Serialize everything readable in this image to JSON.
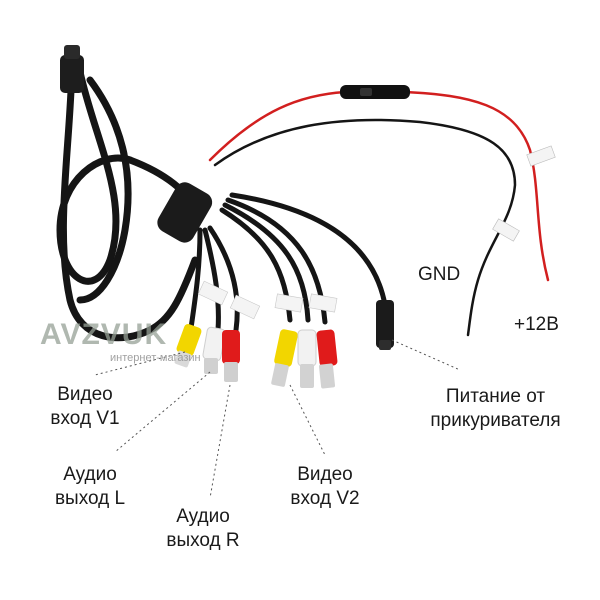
{
  "watermark": {
    "brand": "AVZVUK",
    "subtitle": "интернет-магазин"
  },
  "labels": {
    "gnd": "GND",
    "plus12v": "+12В",
    "video_in_v1": [
      "Видео",
      "вход V1"
    ],
    "audio_out_l": [
      "Аудио",
      "выход L"
    ],
    "audio_out_r": [
      "Аудио",
      "выход R"
    ],
    "video_in_v2": [
      "Видео",
      "вход V2"
    ],
    "power": [
      "Питание от",
      "прикуривателя"
    ]
  },
  "colors": {
    "cable": "#151515",
    "red_wire": "#d21f1f",
    "yellow_plug": "#f2d600",
    "white_plug": "#f2f2f2",
    "red_plug": "#e01b1b",
    "background": "#ffffff"
  }
}
